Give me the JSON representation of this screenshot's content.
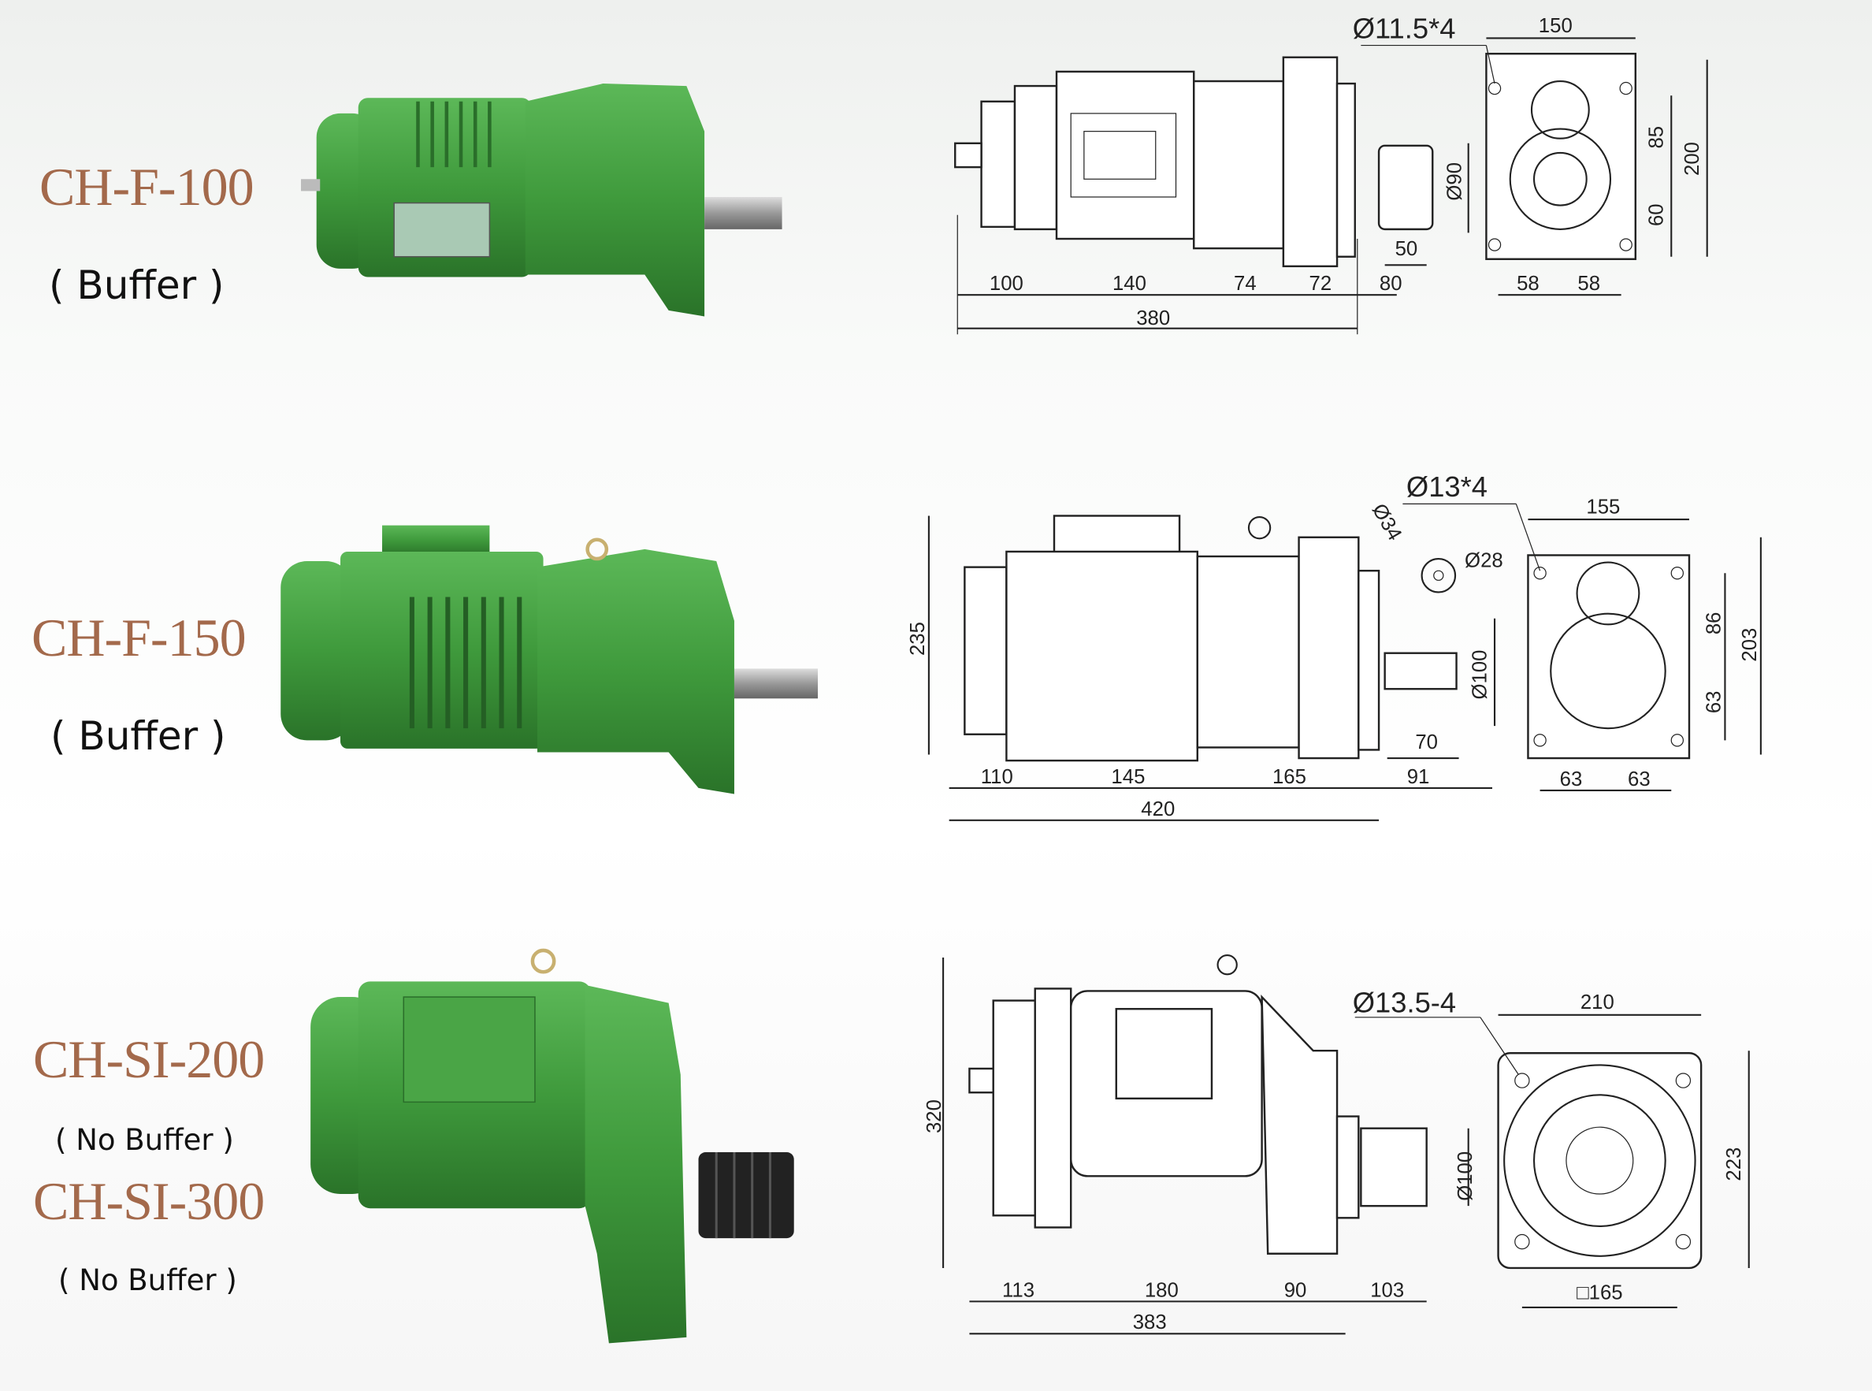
{
  "products": [
    {
      "model": "CH-F-100",
      "note": "( Buffer )"
    },
    {
      "model": "CH-F-150",
      "note": "( Buffer )"
    },
    {
      "model": "CH-SI-200",
      "note": "( No Buffer )"
    },
    {
      "model": "CH-SI-300",
      "note": "( No Buffer )"
    }
  ],
  "drawings": [
    {
      "hole": "Ø11.5*4",
      "flange_width": "150",
      "height": "200",
      "upper": "85",
      "lower": "60",
      "shaft_dia": "Ø90",
      "shaft_len": "50",
      "segments": [
        "100",
        "140",
        "74",
        "72",
        "80"
      ],
      "half": [
        "58",
        "58"
      ],
      "total": "380"
    },
    {
      "hole": "Ø13*4",
      "spline_outer": "Ø34",
      "spline_inner": "Ø28",
      "flange_width": "155",
      "overall_height": "235",
      "height": "203",
      "upper": "86",
      "lower": "63",
      "shaft_dia": "Ø100",
      "shaft_len": "70",
      "segments": [
        "110",
        "145",
        "165",
        "91"
      ],
      "half": [
        "63",
        "63"
      ],
      "total": "420"
    },
    {
      "hole": "Ø13.5-4",
      "flange_width": "210",
      "overall_height": "320",
      "height": "223",
      "shaft_dia": "Ø100",
      "segments": [
        "113",
        "180",
        "90",
        "103"
      ],
      "square": "□165",
      "total": "383"
    }
  ],
  "colors": {
    "model_label": "#a3694b",
    "motor_green": "#3f9a3c",
    "motor_dark": "#2d7a2d",
    "line": "#222222"
  }
}
